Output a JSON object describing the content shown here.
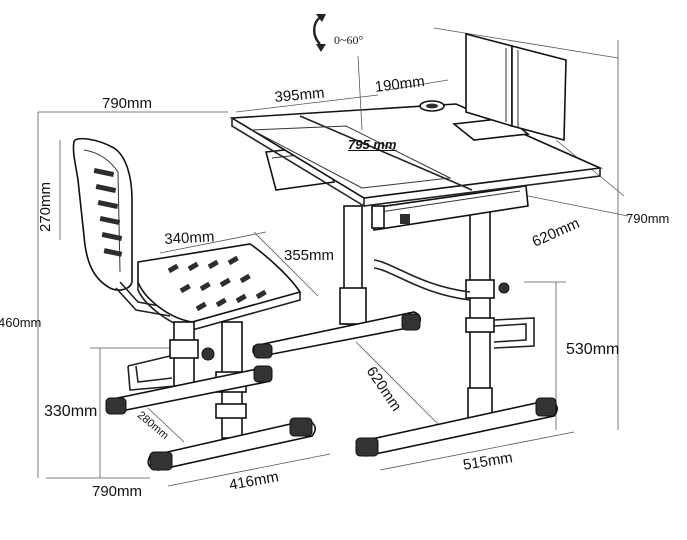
{
  "labels": {
    "angle": "0~60°",
    "board_width": "190mm",
    "desk_section": "395mm",
    "desk_width": "795 mm",
    "chair_width": "790mm",
    "backrest_height": "270mm",
    "seat_width": "340mm",
    "seat_depth": "355mm",
    "desk_depth": "620mm",
    "desk_total_depth": "790mm",
    "total_height": "460mm",
    "desk_height": "530mm",
    "seat_height": "330mm",
    "seat_offset": "280mm",
    "desk_base_depth": "620mm",
    "base_width": "515mm",
    "chair_base_depth": "790mm",
    "chair_base_width": "416mm"
  },
  "icons": {
    "rotate": "rotate-arrow-icon"
  }
}
